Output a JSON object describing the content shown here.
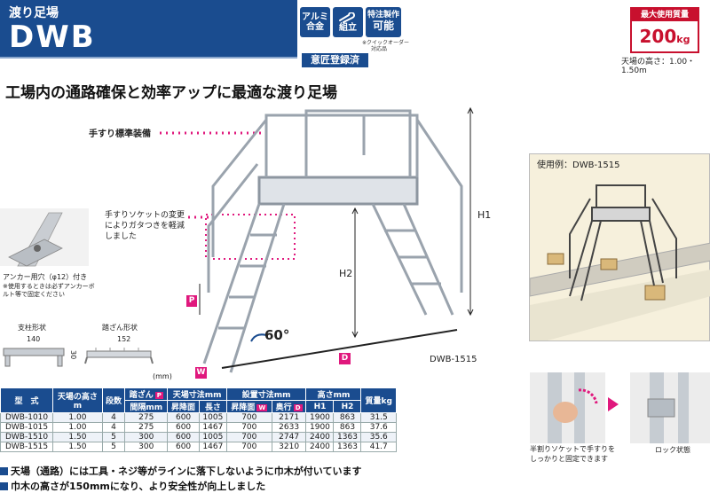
{
  "header": {
    "category": "渡り足場",
    "model": "DWB",
    "badges": {
      "aluminum_l1": "アルミ",
      "aluminum_l2": "合金",
      "assembly": "組立",
      "special_l1": "特注製作",
      "special_l2": "可能"
    },
    "quick_order_note_l1": "※クイックオーダー",
    "quick_order_note_l2": "対応品",
    "design_registered": "意匠登録済",
    "max_load_label": "最大使用質量",
    "max_load_value": "200",
    "max_load_unit": "kg",
    "platform_height_note": "天場の高さ：1.00・1.50m"
  },
  "headline": "工場内の通路確保と効率アップに最適な渡り足場",
  "diagram": {
    "handrail_std": "手すり標準装備",
    "socket_change_l1": "手すりソケットの変更",
    "socket_change_l2": "によりガタつきを軽減",
    "socket_change_l3": "しました",
    "anchor_l1": "アンカー用穴（φ12）付き",
    "anchor_l2": "※使用するときは必ずアンカーボ",
    "anchor_l3": "ルト等で固定ください",
    "post_shape": "支柱形状",
    "post_width": "140",
    "post_height": "30",
    "step_shape": "踏ざん形状",
    "step_width": "152",
    "angle": "60°",
    "h1": "H1",
    "h2": "H2",
    "p": "P",
    "w": "W",
    "d": "D",
    "model_label": "DWB-1515",
    "mm": "(mm)",
    "example": "使用例：DWB-1515",
    "socket_note_l1": "半割りソケットで手すりを",
    "socket_note_l2": "しっかりと固定できます",
    "lock_state": "ロック状態"
  },
  "table": {
    "headers": {
      "model": "型　式",
      "platform_l1": "天場の高さ",
      "platform_l2": "m",
      "steps": "段数",
      "pitch_l1": "踏ざん",
      "pitch_l2": "間隔mm",
      "pitch_mark": "P",
      "dims": "天場寸法mm",
      "dim_width": "昇降面",
      "dim_len": "長さ",
      "install": "設置寸法mm",
      "inst_width": "昇降面",
      "inst_width_mark": "W",
      "inst_depth": "奥行",
      "inst_depth_mark": "D",
      "height": "高さmm",
      "h1": "H1",
      "h2": "H2",
      "weight": "質量kg"
    },
    "rows": [
      [
        "DWB-1010",
        "1.00",
        "4",
        "275",
        "600",
        "1005",
        "700",
        "2171",
        "1900",
        "863",
        "31.5"
      ],
      [
        "DWB-1015",
        "1.00",
        "4",
        "275",
        "600",
        "1467",
        "700",
        "2633",
        "1900",
        "863",
        "37.6"
      ],
      [
        "DWB-1510",
        "1.50",
        "5",
        "300",
        "600",
        "1005",
        "700",
        "2747",
        "2400",
        "1363",
        "35.6"
      ],
      [
        "DWB-1515",
        "1.50",
        "5",
        "300",
        "600",
        "1467",
        "700",
        "3210",
        "2400",
        "1363",
        "41.7"
      ]
    ]
  },
  "features": [
    "天場（通路）には工具・ネジ等がラインに落下しないように巾木が付いています",
    "巾木の高さが150mmになり、より安全性が向上しました"
  ],
  "colors": {
    "brand_blue": "#1a4c8f",
    "accent_pink": "#e0187d",
    "accent_red": "#c8102e"
  }
}
